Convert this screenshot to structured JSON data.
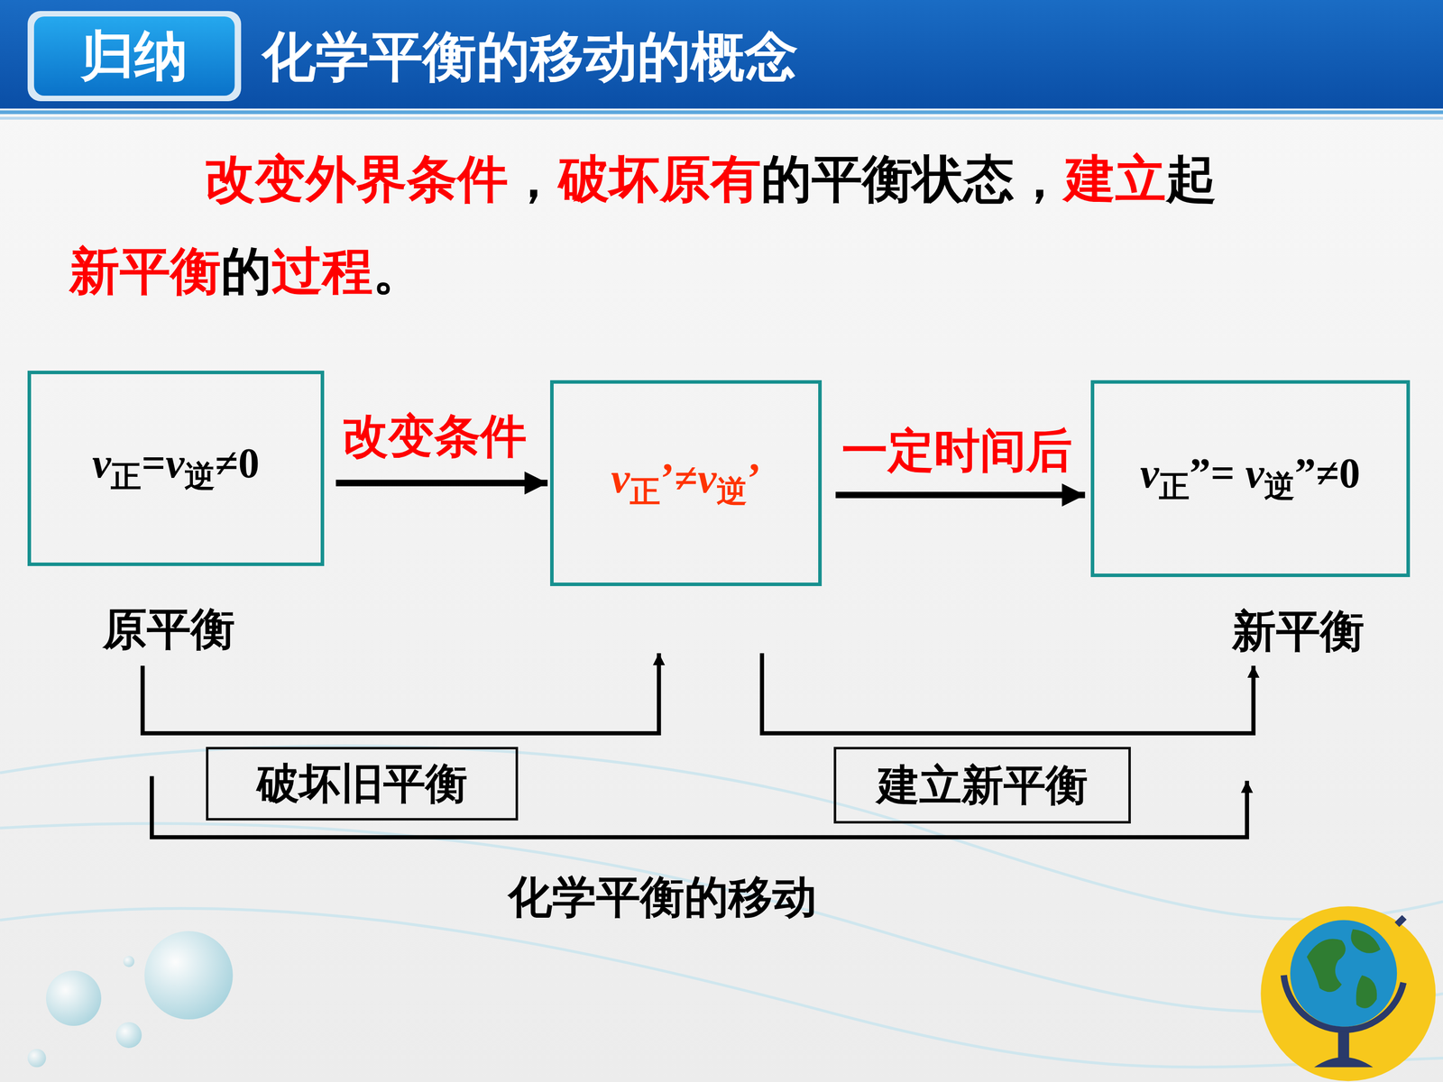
{
  "diagram": {
    "title": "化学平衡的移动的概念",
    "nodes": [
      {
        "text": [
          "归纳"
        ]
      },
      {
        "text": [
          "v正=v逆≠0",
          "原平衡"
        ]
      },
      {
        "text": [
          "v正’≠v逆’"
        ]
      },
      {
        "text": [
          "v正”= v逆”≠0",
          "新平衡"
        ]
      },
      {
        "text": [
          "破坏旧平衡"
        ]
      },
      {
        "text": [
          "建立新平衡"
        ]
      }
    ],
    "edges": [
      {
        "from": 1,
        "to": 2,
        "arrow": "to",
        "label": "改变条件"
      },
      {
        "from": 2,
        "to": 3,
        "arrow": "to",
        "label": "一定时间后"
      },
      {
        "from": 1,
        "to": 2,
        "arrow": "to"
      },
      {
        "from": 2,
        "to": 3,
        "arrow": "to"
      },
      {
        "from": 1,
        "to": 3,
        "arrow": "to",
        "label": "化学平衡的移动"
      }
    ],
    "labels": [
      "改变外界条件",
      "，",
      "破坏原有",
      "的平衡状态，",
      "建立",
      "起",
      "新平衡",
      "的",
      "过程",
      "。"
    ]
  }
}
